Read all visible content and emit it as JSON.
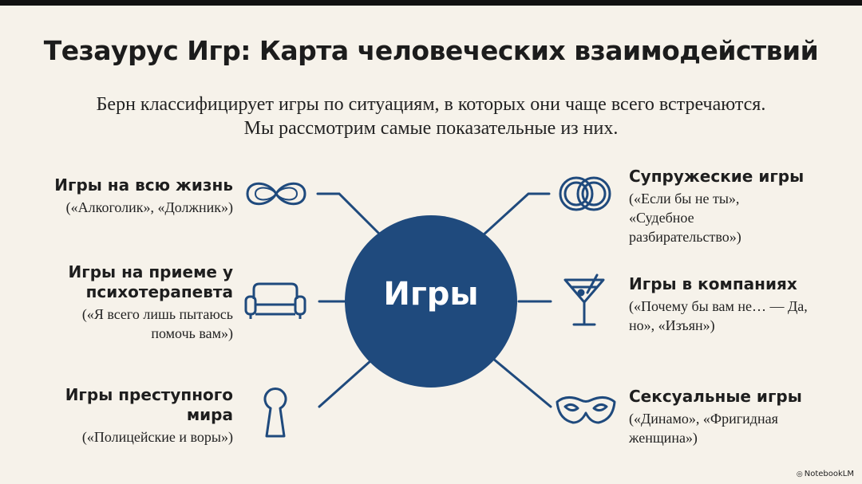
{
  "title": "Тезаурус Игр: Карта человеческих взаимодействий",
  "subtitle": "Берн классифицирует игры по ситуациям, в которых они чаще всего встречаются. Мы рассмотрим самые показательные из них.",
  "center": "Игры",
  "colors": {
    "accent": "#1f4a7d",
    "line": "#1f4a7d",
    "background": "#f6f2ea"
  },
  "categories": [
    {
      "heading": "Игры на всю жизнь",
      "examples": "(«Алкоголик», «Должник»)",
      "icon": "infinity-icon"
    },
    {
      "heading": "Игры на приеме у психотерапевта",
      "examples": "(«Я всего лишь пытаюсь помочь вам»)",
      "icon": "sofa-icon"
    },
    {
      "heading": "Игры преступного мира",
      "examples": "(«Полицейские и воры»)",
      "icon": "keyhole-icon"
    },
    {
      "heading": "Супружеские игры",
      "examples": "(«Если бы не ты», «Судебное разбирательство»)",
      "icon": "rings-icon"
    },
    {
      "heading": "Игры в компаниях",
      "examples": "(«Почему бы вам не… — Да, но», «Изъян»)",
      "icon": "cocktail-icon"
    },
    {
      "heading": "Сексуальные игры",
      "examples": "(«Динамо», «Фригидная женщина»)",
      "icon": "mask-icon"
    }
  ],
  "brand": "NotebookLM"
}
